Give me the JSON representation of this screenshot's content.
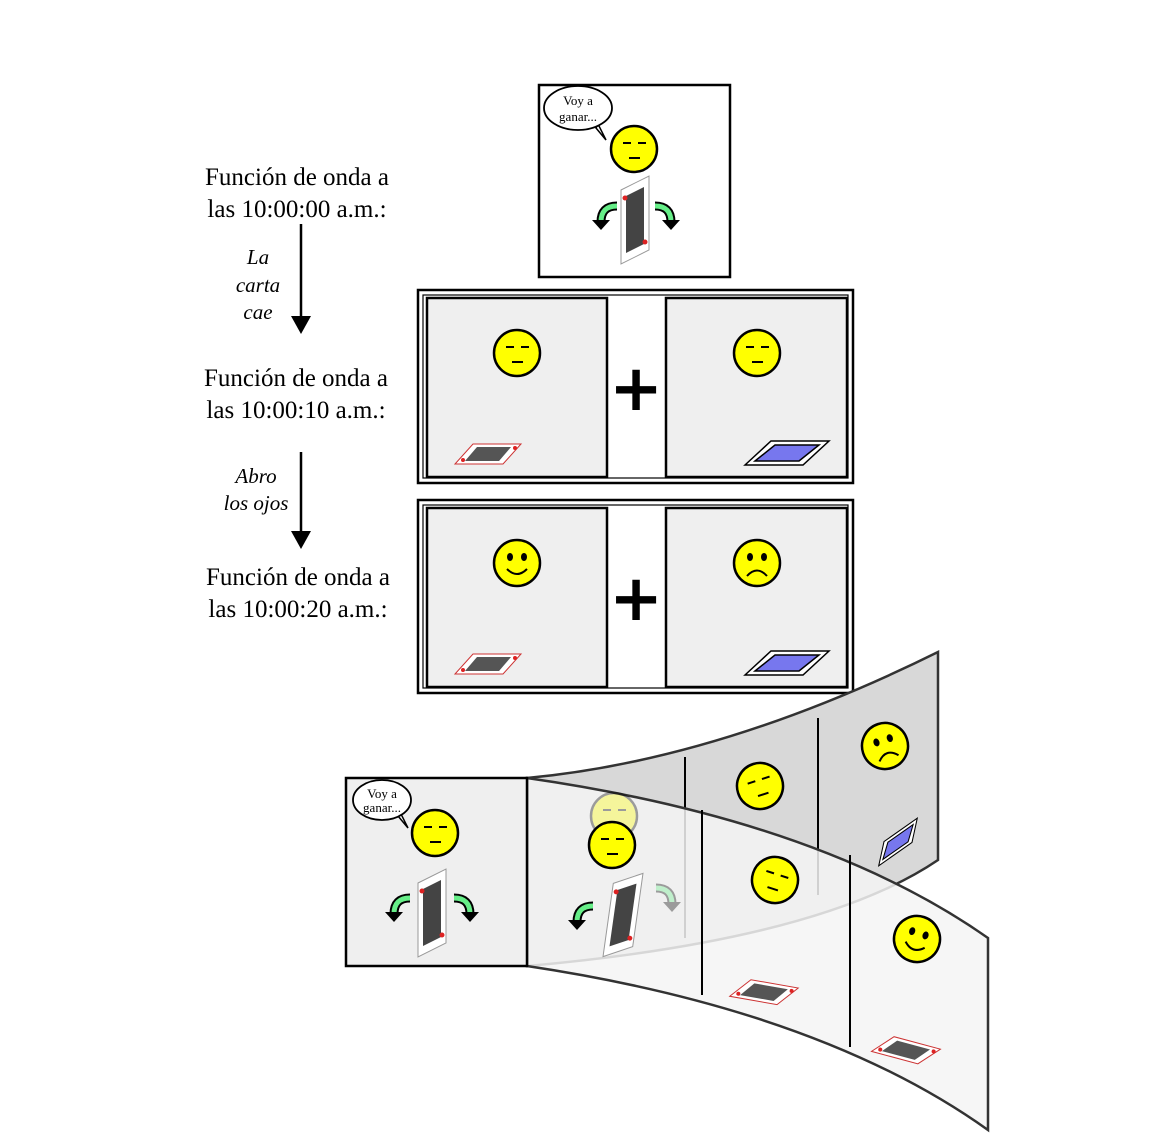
{
  "states": [
    {
      "line1": "Función de onda a",
      "line2": "las 10:00:00 a.m.:"
    },
    {
      "line1": "Función de onda a",
      "line2": "las 10:00:10 a.m.:"
    },
    {
      "line1": "Función de onda a",
      "line2": "las 10:00:20 a.m.:"
    }
  ],
  "transitions": [
    {
      "lines": [
        "La",
        "carta",
        "cae"
      ]
    },
    {
      "lines": [
        "Abro",
        "los ojos"
      ]
    }
  ],
  "speech_bubble": {
    "line1": "Voy a",
    "line2": "ganar..."
  },
  "superposition_symbol": "+",
  "colors": {
    "face": "#ffff00",
    "panel": "#efefef",
    "blue_card": "#7777ee",
    "arrow_green": "#66ee88"
  }
}
